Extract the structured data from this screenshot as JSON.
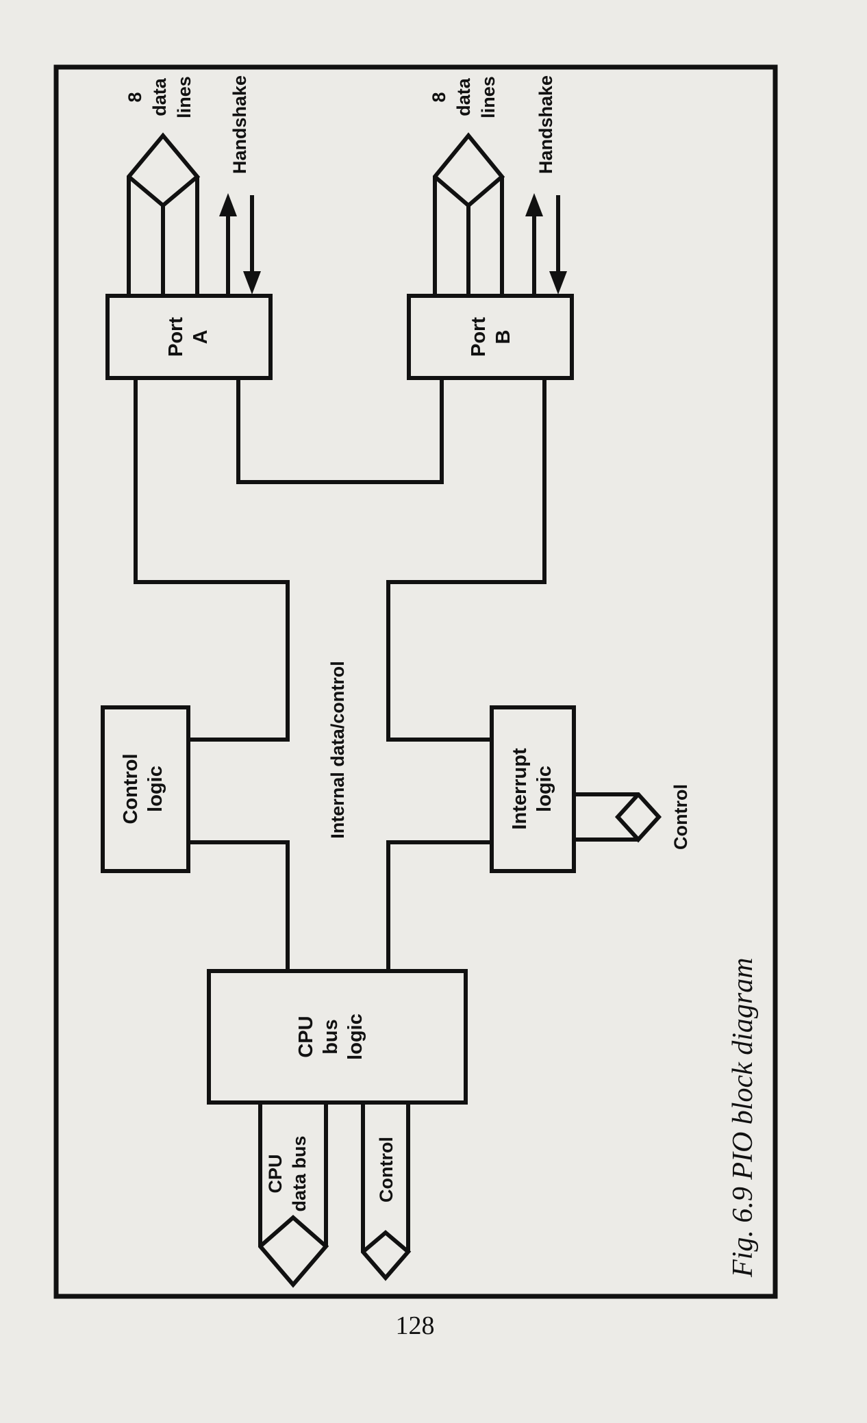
{
  "figure": {
    "caption": "Fig. 6.9 PIO block diagram",
    "page_number": "128"
  },
  "blocks": {
    "port_a": {
      "line1": "Port",
      "line2": "A"
    },
    "port_b": {
      "line1": "Port",
      "line2": "B"
    },
    "control_logic": {
      "line1": "Control",
      "line2": "logic"
    },
    "interrupt_logic": {
      "line1": "Interrupt",
      "line2": "logic"
    },
    "cpu_bus_logic": {
      "line1": "CPU",
      "line2": "bus",
      "line3": "logic"
    }
  },
  "labels": {
    "port_a_data": {
      "line1": "8",
      "line2": "data",
      "line3": "lines"
    },
    "port_a_handshake": "Handshake",
    "port_b_data": {
      "line1": "8",
      "line2": "data",
      "line3": "lines"
    },
    "port_b_handshake": "Handshake",
    "internal_bus": "Internal data/control",
    "interrupt_control": "Control",
    "cpu_data_bus": {
      "line1": "CPU",
      "line2": "data bus"
    },
    "cpu_control": "Control"
  }
}
